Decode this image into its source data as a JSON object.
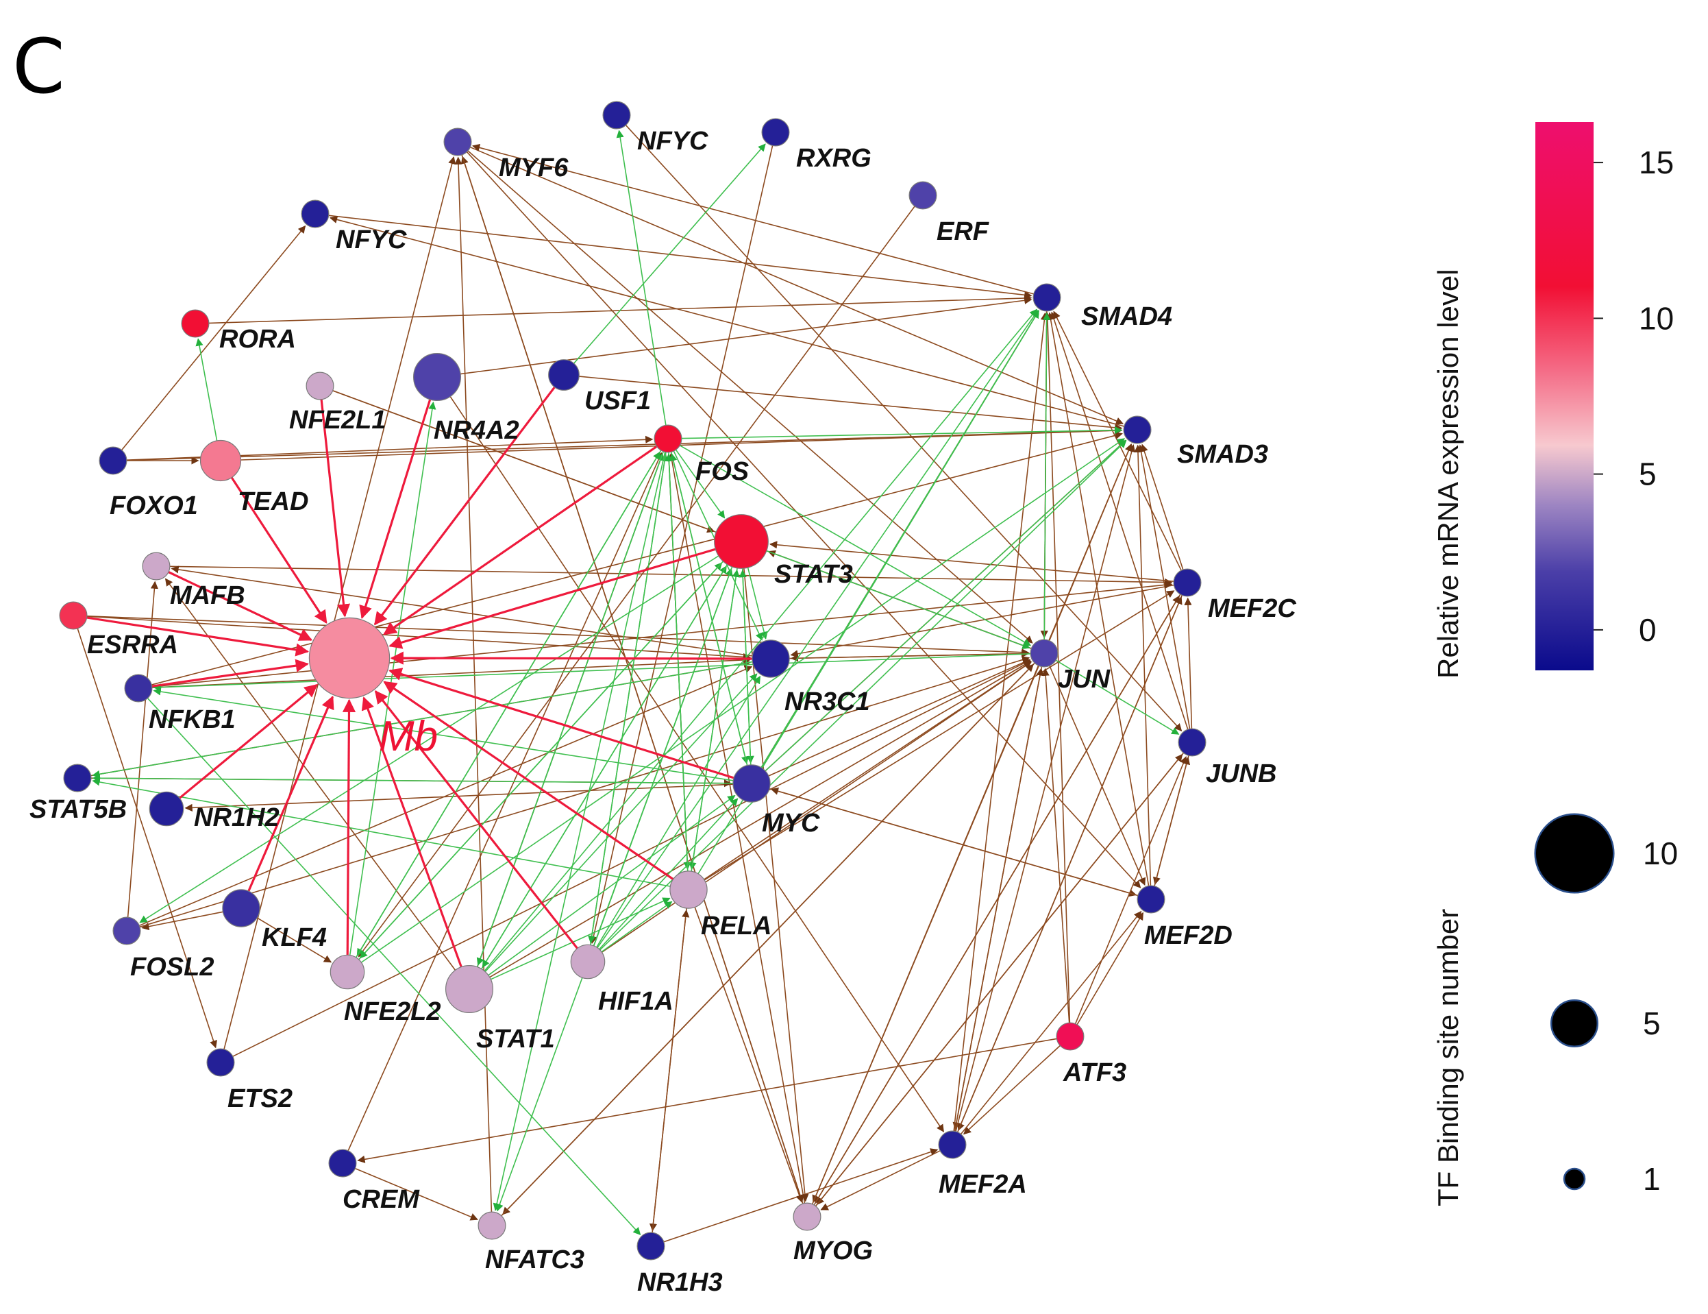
{
  "panel_letter": "C",
  "center_node": {
    "id": "Mb",
    "label": "Mb",
    "expr": 7.5,
    "sites": 10
  },
  "colors": {
    "green_edge": "#3fbf4f",
    "brown_edge": "#8c4a1f",
    "red_edge": "#ee1a3c",
    "node_stroke": "#7a7a7a",
    "scale_low": "#0a0a8c",
    "scale_mid1": "#7f6fb4",
    "scale_mid2": "#f7c9cf",
    "scale_high1": "#f20f34",
    "scale_high2": "#ee0f6e"
  },
  "nodes": [
    {
      "id": "MYF6",
      "label": "MYF6",
      "expr": 2,
      "sites": 2
    },
    {
      "id": "NFYC_t",
      "label": "NFYC",
      "expr": 0,
      "sites": 2
    },
    {
      "id": "RXRG",
      "label": "RXRG",
      "expr": 0,
      "sites": 2
    },
    {
      "id": "ERF",
      "label": "ERF",
      "expr": 2,
      "sites": 2
    },
    {
      "id": "NFYC_l",
      "label": "NFYC",
      "expr": 0,
      "sites": 2
    },
    {
      "id": "SMAD4",
      "label": "SMAD4",
      "expr": 0,
      "sites": 2
    },
    {
      "id": "RORA",
      "label": "RORA",
      "expr": 11,
      "sites": 2
    },
    {
      "id": "NFE2L1",
      "label": "NFE2L1",
      "expr": 5,
      "sites": 2
    },
    {
      "id": "NR4A2",
      "label": "NR4A2",
      "expr": 2,
      "sites": 5
    },
    {
      "id": "USF1",
      "label": "USF1",
      "expr": 0,
      "sites": 2.5
    },
    {
      "id": "SMAD3",
      "label": "SMAD3",
      "expr": 0,
      "sites": 2
    },
    {
      "id": "FOXO1",
      "label": "FOXO1",
      "expr": 0,
      "sites": 2
    },
    {
      "id": "TEAD",
      "label": "TEAD",
      "expr": 8,
      "sites": 4
    },
    {
      "id": "FOS",
      "label": "FOS",
      "expr": 11,
      "sites": 2
    },
    {
      "id": "STAT3",
      "label": "STAT3",
      "expr": 11,
      "sites": 6
    },
    {
      "id": "MAFB",
      "label": "MAFB",
      "expr": 5,
      "sites": 2
    },
    {
      "id": "MEF2C",
      "label": "MEF2C",
      "expr": 0,
      "sites": 2
    },
    {
      "id": "ESRRA",
      "label": "ESRRA",
      "expr": 10,
      "sites": 2
    },
    {
      "id": "JUN",
      "label": "JUN",
      "expr": 2,
      "sites": 2
    },
    {
      "id": "NR3C1",
      "label": "NR3C1",
      "expr": 0,
      "sites": 3.5
    },
    {
      "id": "NFKB1",
      "label": "NFKB1",
      "expr": 1,
      "sites": 2
    },
    {
      "id": "JUNB",
      "label": "JUNB",
      "expr": 0,
      "sites": 2
    },
    {
      "id": "STAT5B",
      "label": "STAT5B",
      "expr": 0,
      "sites": 2
    },
    {
      "id": "NR1H2",
      "label": "NR1H2",
      "expr": 0,
      "sites": 3
    },
    {
      "id": "MYC",
      "label": "MYC",
      "expr": 1,
      "sites": 3.5
    },
    {
      "id": "RELA",
      "label": "RELA",
      "expr": 5,
      "sites": 3.5
    },
    {
      "id": "KLF4",
      "label": "KLF4",
      "expr": 1,
      "sites": 3.5
    },
    {
      "id": "MEF2D",
      "label": "MEF2D",
      "expr": 0,
      "sites": 2
    },
    {
      "id": "FOSL2",
      "label": "FOSL2",
      "expr": 2,
      "sites": 2
    },
    {
      "id": "NFE2L2",
      "label": "NFE2L2",
      "expr": 5,
      "sites": 3
    },
    {
      "id": "STAT1",
      "label": "STAT1",
      "expr": 5,
      "sites": 5
    },
    {
      "id": "HIF1A",
      "label": "HIF1A",
      "expr": 5,
      "sites": 3
    },
    {
      "id": "ATF3",
      "label": "ATF3",
      "expr": 14,
      "sites": 2
    },
    {
      "id": "ETS2",
      "label": "ETS2",
      "expr": 0,
      "sites": 2
    },
    {
      "id": "MEF2A",
      "label": "MEF2A",
      "expr": 0,
      "sites": 2
    },
    {
      "id": "CREM",
      "label": "CREM",
      "expr": 0,
      "sites": 2
    },
    {
      "id": "NFATC3",
      "label": "NFATC3",
      "expr": 5,
      "sites": 2
    },
    {
      "id": "NR1H3",
      "label": "NR1H3",
      "expr": 0,
      "sites": 2
    },
    {
      "id": "MYOG",
      "label": "MYOG",
      "expr": 5,
      "sites": 2
    }
  ],
  "edges_to_mb": [
    "TEAD",
    "NFE2L1",
    "NR4A2",
    "USF1",
    "FOS",
    "STAT3",
    "MAFB",
    "ESRRA",
    "NR3C1",
    "NFKB1",
    "NR1H2",
    "MYC",
    "KLF4",
    "RELA",
    "NFE2L2",
    "STAT1",
    "HIF1A"
  ],
  "green_edges": [
    [
      "FOS",
      "STAT3"
    ],
    [
      "FOS",
      "SMAD3"
    ],
    [
      "FOS",
      "NR3C1"
    ],
    [
      "FOS",
      "RELA"
    ],
    [
      "FOS",
      "NFE2L2"
    ],
    [
      "FOS",
      "MYC"
    ],
    [
      "FOS",
      "JUN"
    ],
    [
      "STAT3",
      "NR3C1"
    ],
    [
      "STAT3",
      "JUN"
    ],
    [
      "STAT3",
      "RELA"
    ],
    [
      "STAT3",
      "MYC"
    ],
    [
      "USF1",
      "RXRG"
    ],
    [
      "FOS",
      "NFYC_t"
    ],
    [
      "TEAD",
      "RORA"
    ],
    [
      "JUN",
      "JUNB"
    ],
    [
      "JUN",
      "SMAD4"
    ],
    [
      "MYC",
      "SMAD4"
    ],
    [
      "RELA",
      "SMAD4"
    ],
    [
      "HIF1A",
      "SMAD4"
    ],
    [
      "STAT1",
      "SMAD4"
    ],
    [
      "NFE2L2",
      "SMAD3"
    ],
    [
      "HIF1A",
      "SMAD3"
    ],
    [
      "MYC",
      "SMAD3"
    ],
    [
      "HIF1A",
      "FOS"
    ],
    [
      "HIF1A",
      "STAT3"
    ],
    [
      "HIF1A",
      "NR3C1"
    ],
    [
      "HIF1A",
      "RELA"
    ],
    [
      "STAT1",
      "FOS"
    ],
    [
      "STAT1",
      "STAT3"
    ],
    [
      "RELA",
      "STAT3"
    ],
    [
      "RELA",
      "FOS"
    ],
    [
      "NFE2L2",
      "FOS"
    ],
    [
      "NFE2L2",
      "STAT3"
    ],
    [
      "MYC",
      "STAT3"
    ],
    [
      "MYC",
      "FOS"
    ],
    [
      "HIF1A",
      "MYC"
    ],
    [
      "STAT1",
      "RELA"
    ],
    [
      "STAT1",
      "MYC"
    ],
    [
      "STAT1",
      "NR3C1"
    ],
    [
      "FOS",
      "STAT1"
    ],
    [
      "FOS",
      "HIF1A"
    ],
    [
      "STAT3",
      "STAT1"
    ],
    [
      "STAT3",
      "NFE2L2"
    ],
    [
      "STAT3",
      "NFATC3"
    ],
    [
      "FOS",
      "NFATC3"
    ],
    [
      "STAT3",
      "FOSL2"
    ],
    [
      "NR3C1",
      "STAT5B"
    ],
    [
      "MYC",
      "STAT5B"
    ],
    [
      "NFKB1",
      "NR1H3"
    ],
    [
      "JUN",
      "NFKB1"
    ],
    [
      "NFE2L2",
      "NR4A2"
    ],
    [
      "RELA",
      "STAT5B"
    ],
    [
      "MYC",
      "NFKB1"
    ]
  ],
  "brown_edges": [
    [
      "FOXO1",
      "NFYC_l"
    ],
    [
      "FOXO1",
      "SMAD3"
    ],
    [
      "FOXO1",
      "TEAD"
    ],
    [
      "FOXO1",
      "FOS"
    ],
    [
      "NFYC_l",
      "SMAD4"
    ],
    [
      "RORA",
      "SMAD4"
    ],
    [
      "NFE2L1",
      "STAT3"
    ],
    [
      "NR4A2",
      "SMAD4"
    ],
    [
      "USF1",
      "SMAD3"
    ],
    [
      "MAFB",
      "MEF2C"
    ],
    [
      "ESRRA",
      "JUN"
    ],
    [
      "ESRRA",
      "NR3C1"
    ],
    [
      "NFKB1",
      "NR3C1"
    ],
    [
      "NR3C1",
      "MAFB"
    ],
    [
      "NR3C1",
      "JUN"
    ],
    [
      "MYC",
      "MEF2D"
    ],
    [
      "MYC",
      "JUN"
    ],
    [
      "MYC",
      "NR1H2"
    ],
    [
      "MYC",
      "SMAD4"
    ],
    [
      "MYC",
      "SMAD3"
    ],
    [
      "RELA",
      "FOS"
    ],
    [
      "RELA",
      "JUN"
    ],
    [
      "RELA",
      "MEF2C"
    ],
    [
      "RELA",
      "NR1H3"
    ],
    [
      "RELA",
      "MYOG"
    ],
    [
      "HIF1A",
      "JUN"
    ],
    [
      "KLF4",
      "FOSL2"
    ],
    [
      "KLF4",
      "NFE2L2"
    ],
    [
      "STAT1",
      "JUN"
    ],
    [
      "STAT1",
      "FOS"
    ],
    [
      "ATF3",
      "CREM"
    ],
    [
      "ATF3",
      "MEF2D"
    ],
    [
      "ATF3",
      "SMAD4"
    ],
    [
      "ATF3",
      "MEF2A"
    ],
    [
      "ATF3",
      "JUNB"
    ],
    [
      "ATF3",
      "JUN"
    ],
    [
      "JUN",
      "MEF2D"
    ],
    [
      "JUN",
      "MEF2A"
    ],
    [
      "JUN",
      "MYOG"
    ],
    [
      "JUN",
      "NFATC3"
    ],
    [
      "JUN",
      "NR3C1"
    ],
    [
      "JUN",
      "SMAD4"
    ],
    [
      "JUN",
      "SMAD3"
    ],
    [
      "MEF2C",
      "SMAD4"
    ],
    [
      "MEF2C",
      "SMAD3"
    ],
    [
      "MEF2C",
      "MEF2A"
    ],
    [
      "MEF2C",
      "MYOG"
    ],
    [
      "MEF2C",
      "STAT3"
    ],
    [
      "MEF2C",
      "NR3C1"
    ],
    [
      "JUNB",
      "SMAD4"
    ],
    [
      "JUNB",
      "SMAD3"
    ],
    [
      "JUNB",
      "MEF2D"
    ],
    [
      "JUNB",
      "MYOG"
    ],
    [
      "JUNB",
      "MEF2C"
    ],
    [
      "MEF2D",
      "SMAD3"
    ],
    [
      "MEF2D",
      "SMAD4"
    ],
    [
      "MEF2D",
      "MYC"
    ],
    [
      "MEF2D",
      "JUNB"
    ],
    [
      "MEF2A",
      "SMAD3"
    ],
    [
      "MEF2A",
      "SMAD4"
    ],
    [
      "MEF2A",
      "MEF2D"
    ],
    [
      "MEF2A",
      "MYOG"
    ],
    [
      "MEF2A",
      "JUN"
    ],
    [
      "MEF2A",
      "MEF2C"
    ],
    [
      "MYOG",
      "MYF6"
    ],
    [
      "MYOG",
      "FOS"
    ],
    [
      "MYOG",
      "SMAD3"
    ],
    [
      "MYOG",
      "JUNB"
    ],
    [
      "MYOG",
      "MEF2C"
    ],
    [
      "NFATC3",
      "MYF6"
    ],
    [
      "NFATC3",
      "JUN"
    ],
    [
      "NR1H3",
      "RELA"
    ],
    [
      "NR1H3",
      "MEF2A"
    ],
    [
      "CREM",
      "NFATC3"
    ],
    [
      "CREM",
      "FOS"
    ],
    [
      "ETS2",
      "JUN"
    ],
    [
      "ETS2",
      "MYF6"
    ],
    [
      "FOSL2",
      "MAFB"
    ],
    [
      "FOSL2",
      "NR3C1"
    ],
    [
      "FOSL2",
      "JUN"
    ],
    [
      "NFKB1",
      "SMAD3"
    ],
    [
      "NFKB1",
      "MEF2C"
    ],
    [
      "STAT5B",
      "MYC"
    ],
    [
      "STAT5B",
      "NR3C1"
    ],
    [
      "ERF",
      "NFE2L2"
    ],
    [
      "MYF6",
      "SMAD3"
    ],
    [
      "MYF6",
      "MEF2D"
    ],
    [
      "MYF6",
      "JUN"
    ],
    [
      "MYF6",
      "MYOG"
    ],
    [
      "NFYC_t",
      "JUNB"
    ],
    [
      "RXRG",
      "HIF1A"
    ],
    [
      "SMAD4",
      "MYF6"
    ],
    [
      "SMAD3",
      "NFYC_l"
    ],
    [
      "TEAD",
      "SMAD3"
    ],
    [
      "NFE2L1",
      "JUN"
    ],
    [
      "ESRRA",
      "ETS2"
    ],
    [
      "NR4A2",
      "MEF2A"
    ],
    [
      "STAT1",
      "MAFB"
    ],
    [
      "STAT3",
      "MYOG"
    ],
    [
      "JUN",
      "STAT3"
    ],
    [
      "SMAD4",
      "JUN"
    ]
  ],
  "legend": {
    "color_title": "Relative mRNA expression level",
    "color_ticks": [
      "15",
      "10",
      "5",
      "0"
    ],
    "color_min": -1.3,
    "color_max": 16.3,
    "size_title": "TF Binding site number",
    "size_items": [
      {
        "label": "10",
        "sites": 10
      },
      {
        "label": "5",
        "sites": 5
      },
      {
        "label": "1",
        "sites": 1
      }
    ]
  }
}
